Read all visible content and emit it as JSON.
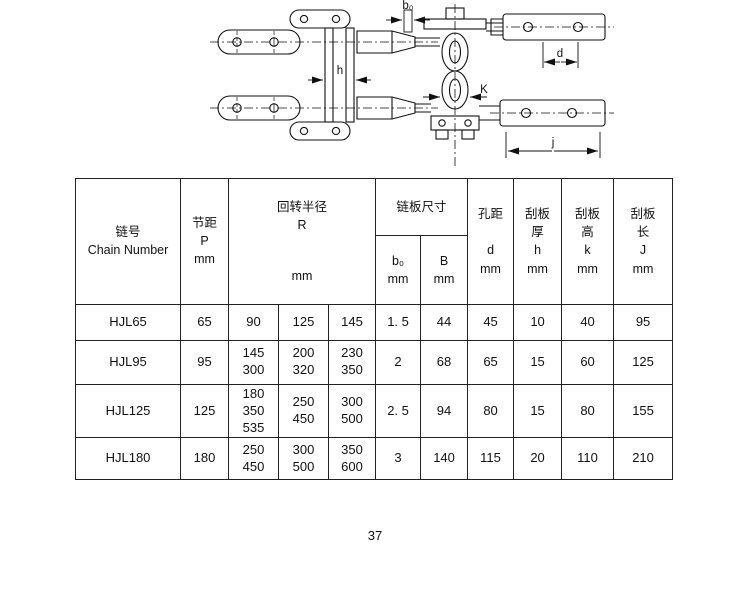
{
  "page": {
    "number": "37"
  },
  "drawing": {
    "labels": {
      "b0": "b₀",
      "h": "h",
      "d": "d",
      "K": "K",
      "j": "j"
    }
  },
  "table": {
    "headers": {
      "chain": "链号\nChain Number",
      "pitch": "节距\nP\nmm",
      "radius_title": "回转半径\nR",
      "radius_unit": "mm",
      "plate_title": "链板尺寸",
      "plate_b0": "b₀\nmm",
      "plate_B": "B\nmm",
      "hole": "孔距\n\nd\nmm",
      "scraper_thickness": "刮板\n厚\nh\nmm",
      "scraper_height": "刮板\n高\nk\nmm",
      "scraper_length": "刮板\n长\nJ\nmm"
    },
    "rows": [
      {
        "cells": [
          "HJL65",
          "65",
          "90",
          "125",
          "145",
          "1. 5",
          "44",
          "45",
          "10",
          "40",
          "95"
        ]
      },
      {
        "cells": [
          "HJL95",
          "95",
          "145\n300",
          "200\n320",
          "230\n350",
          "2",
          "68",
          "65",
          "15",
          "60",
          "125"
        ]
      },
      {
        "cells": [
          "HJL125",
          "125",
          "180\n350\n535",
          "250\n450",
          "300\n500",
          "2. 5",
          "94",
          "80",
          "15",
          "80",
          "155"
        ]
      },
      {
        "cells": [
          "HJL180",
          "180",
          "250\n450",
          "300\n500",
          "350\n600",
          "3",
          "140",
          "115",
          "20",
          "110",
          "210"
        ]
      }
    ]
  }
}
